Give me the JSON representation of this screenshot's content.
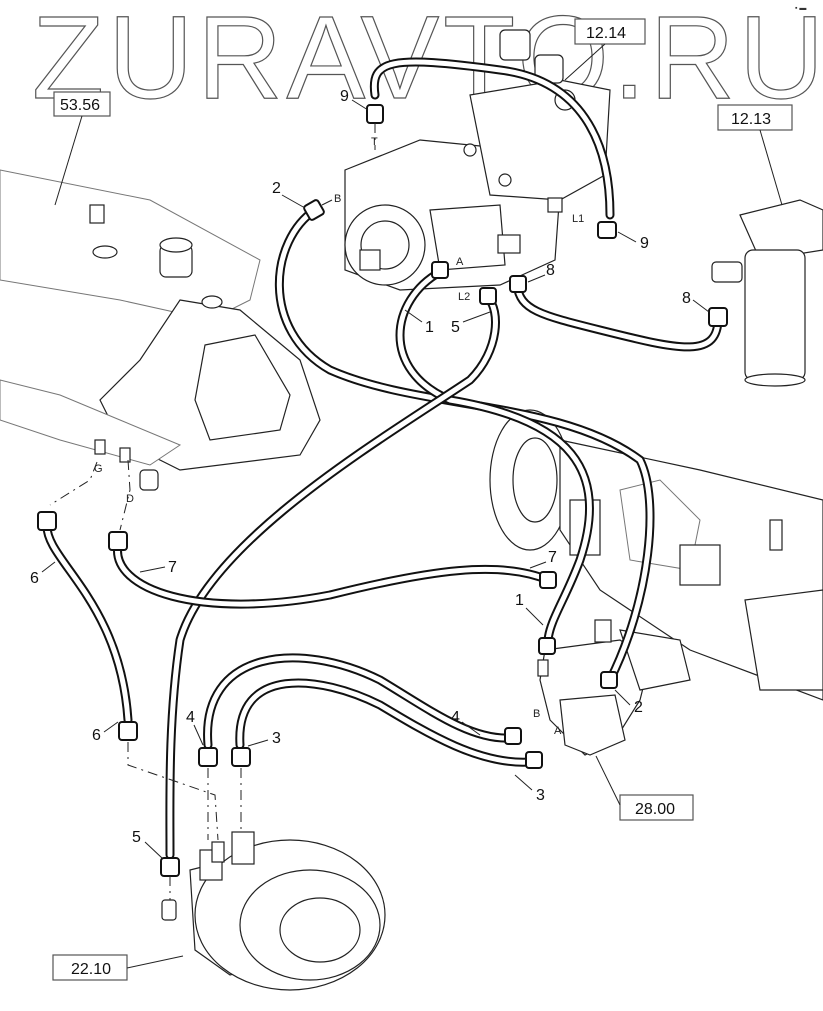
{
  "watermark": "ZURAVTO.RU",
  "reference_boxes": [
    {
      "id": "ref-53-56",
      "label": "53.56"
    },
    {
      "id": "ref-12-14",
      "label": "12.14"
    },
    {
      "id": "ref-12-13",
      "label": "12.13"
    },
    {
      "id": "ref-28-00",
      "label": "28.00"
    },
    {
      "id": "ref-22-10",
      "label": "22.10"
    }
  ],
  "callouts": {
    "c1a": "1",
    "c1b": "1",
    "c2a": "2",
    "c2b": "2",
    "c3a": "3",
    "c3b": "3",
    "c4a": "4",
    "c4b": "4",
    "c5a": "5",
    "c5b": "5",
    "c6a": "6",
    "c6b": "6",
    "c7a": "7",
    "c7b": "7",
    "c8a": "8",
    "c8b": "8",
    "c9a": "9",
    "c9b": "9"
  },
  "ports": {
    "pump_t": "T",
    "pump_b": "B",
    "pump_a": "A",
    "pump_l1": "L1",
    "pump_l2": "L2",
    "valve_b": "B",
    "valve_a": "A",
    "engine_g": "G",
    "engine_d": "D"
  },
  "corner_mark": "▪ ▬"
}
